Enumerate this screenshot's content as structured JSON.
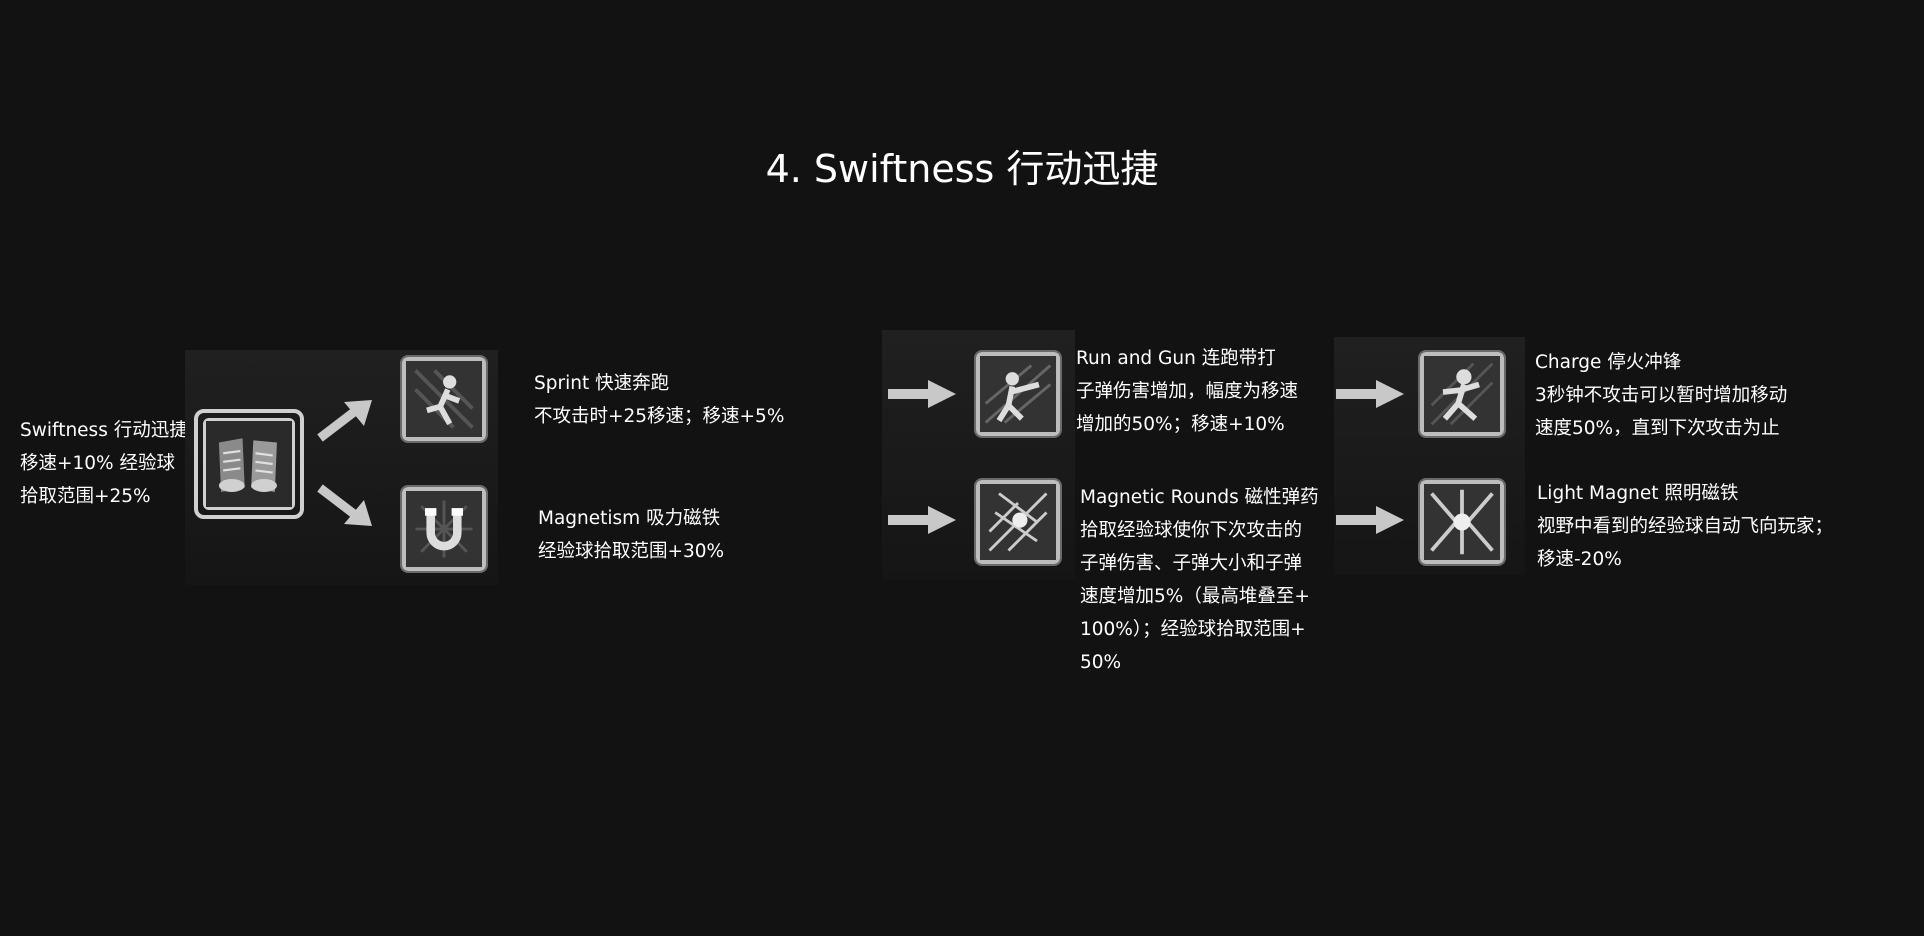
{
  "title": "4. Swiftness 行动迅捷",
  "root": {
    "name": "Swiftness 行动迅捷",
    "lines": [
      "移速+10% 经验球",
      "拾取范围+25%"
    ]
  },
  "tier1": [
    {
      "name": "Sprint 快速奔跑",
      "lines": [
        "不攻击时+25移速；移速+5%"
      ]
    },
    {
      "name": "Magnetism 吸力磁铁",
      "lines": [
        "经验球拾取范围+30%"
      ]
    }
  ],
  "tier2": [
    {
      "name": "Run and Gun 连跑带打",
      "lines": [
        "子弹伤害增加，幅度为移速",
        "增加的50%；移速+10%"
      ]
    },
    {
      "name": "Magnetic Rounds 磁性弹药",
      "lines": [
        "拾取经验球使你下次攻击的",
        "子弹伤害、子弹大小和子弹",
        "速度增加5%（最高堆叠至+",
        "100%）；经验球拾取范围+",
        "50%"
      ]
    }
  ],
  "tier3": [
    {
      "name": "Charge 停火冲锋",
      "lines": [
        "3秒钟不攻击可以暂时增加移动",
        "速度50%，直到下次攻击为止"
      ]
    },
    {
      "name": "Light Magnet 照明磁铁",
      "lines": [
        "视野中看到的经验球自动飞向玩家；",
        "移速-20%"
      ]
    }
  ],
  "icons": {
    "root": "sneakers-icon",
    "sprint": "running-figure-icon",
    "magnetism": "magnet-icon",
    "run_and_gun": "gunner-icon",
    "magnetic_rounds": "burst-icon",
    "charge": "charging-figure-icon",
    "light_magnet": "eye-magnet-icon"
  },
  "colors": {
    "background": "#121212",
    "text": "#ffffff",
    "icon_frame": "#bdbdbd"
  }
}
